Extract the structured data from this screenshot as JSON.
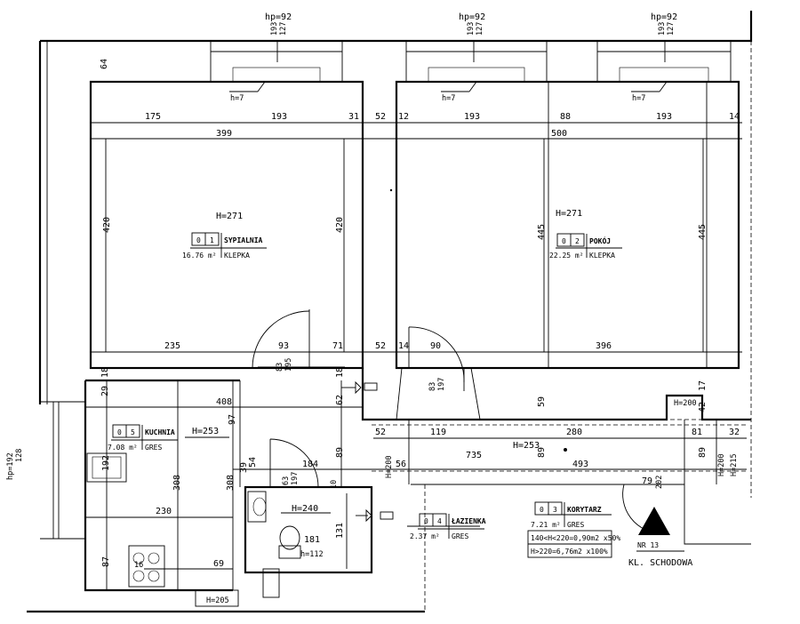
{
  "rooms": [
    {
      "no": "0",
      "id": "1",
      "name": "SYPIALNIA",
      "area": "16.76 m²",
      "floor": "KLEPKA",
      "height": "H=271"
    },
    {
      "no": "0",
      "id": "2",
      "name": "POKÓJ",
      "area": "22.25 m²",
      "floor": "KLEPKA",
      "height": "H=271"
    },
    {
      "no": "0",
      "id": "5",
      "name": "KUCHNIA",
      "area": "7.08 m²",
      "floor": "GRES",
      "height": "H=253"
    },
    {
      "no": "0",
      "id": "4",
      "name": "ŁAZIENKA",
      "area": "2.37 m²",
      "floor": "GRES",
      "height": "H=240"
    },
    {
      "no": "0",
      "id": "3",
      "name": "KORYTARZ",
      "area": "7.21 m²",
      "floor": "GRES",
      "height": "H=253"
    }
  ],
  "windows": {
    "hp": "hp=92",
    "top_a": "193",
    "top_b": "127",
    "sill": "h=7",
    "left_hp": "hp=192",
    "left_b": "128"
  },
  "corridor_notes": [
    "140<H<220=0,90m2 x50%",
    "H>220=6,76m2 x100%"
  ],
  "stair": {
    "nr": "NR 13",
    "label": "KL. SCHODOWA"
  },
  "heights": {
    "h200a": "H=200",
    "h200b": "H=200",
    "h200c": "H=200",
    "h205": "H=205",
    "h112": "h=112",
    "h215": "H=215"
  },
  "dims": {
    "d64": "64",
    "d175": "175",
    "d193": "193",
    "d31": "31",
    "d52": "52",
    "d12": "12",
    "d88": "88",
    "d14": "14",
    "d399": "399",
    "d500": "500",
    "d420": "420",
    "d445": "445",
    "d235": "235",
    "d93": "93",
    "d71": "71",
    "d90": "90",
    "d396": "396",
    "d83": "83",
    "d195": "195",
    "d197": "197",
    "d18": "18",
    "d29": "29",
    "d62": "62",
    "d59": "59",
    "d17": "17",
    "d42": "42",
    "d408": "408",
    "d97": "97",
    "d119": "119",
    "d280": "280",
    "d81": "81",
    "d32": "32",
    "d89": "89",
    "d184": "184",
    "d56": "56",
    "d735": "735",
    "d493": "493",
    "d54": "54",
    "d39": "39",
    "d63": "63",
    "d10": "10",
    "d79": "79",
    "d202": "202",
    "d192": "192",
    "d308": "308",
    "d230": "230",
    "d131": "131",
    "d181": "181",
    "d16": "16",
    "d69": "69",
    "d87": "87"
  }
}
